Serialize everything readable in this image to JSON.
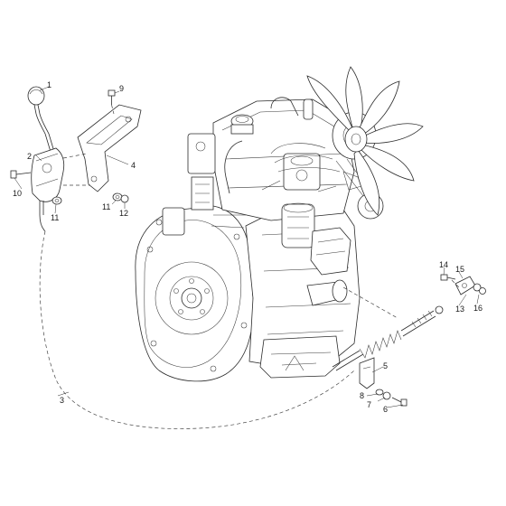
{
  "diagram": {
    "callouts": [
      {
        "id": "c1",
        "text": "1"
      },
      {
        "id": "c2",
        "text": "2"
      },
      {
        "id": "c3",
        "text": "3"
      },
      {
        "id": "c4",
        "text": "4"
      },
      {
        "id": "c5",
        "text": "5"
      },
      {
        "id": "c6",
        "text": "6"
      },
      {
        "id": "c7",
        "text": "7"
      },
      {
        "id": "c8",
        "text": "8"
      },
      {
        "id": "c9",
        "text": "9"
      },
      {
        "id": "c10",
        "text": "10"
      },
      {
        "id": "c11a",
        "text": "11"
      },
      {
        "id": "c11b",
        "text": "11"
      },
      {
        "id": "c12",
        "text": "12"
      },
      {
        "id": "c13",
        "text": "13"
      },
      {
        "id": "c14",
        "text": "14"
      },
      {
        "id": "c15",
        "text": "15"
      },
      {
        "id": "c16",
        "text": "16"
      }
    ]
  }
}
